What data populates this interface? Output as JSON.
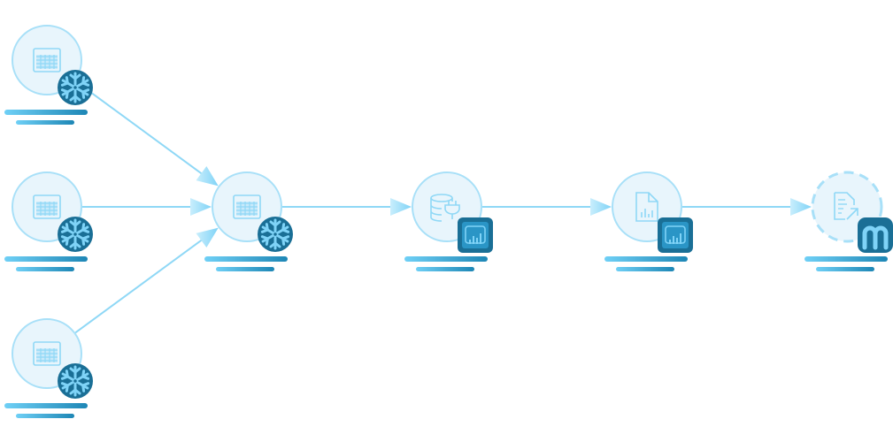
{
  "diagram": {
    "type": "lineage-graph",
    "colors": {
      "node_fill": "#e8f5fc",
      "node_stroke": "#a8e0f8",
      "node_icon": "#8fd8f6",
      "edge": "#8fd8f6",
      "badge_dark": "#1a6f96",
      "badge_accent": "#2a95c6",
      "badge_glyph": "#7fd3f7",
      "bar_start": "#6fd0f6",
      "bar_end": "#1d86b5"
    },
    "nodes": [
      {
        "id": "source-table-1",
        "icon": "table-icon",
        "badge": "snowflake-icon",
        "style": "solid"
      },
      {
        "id": "source-table-2",
        "icon": "table-icon",
        "badge": "snowflake-icon",
        "style": "solid"
      },
      {
        "id": "source-table-3",
        "icon": "table-icon",
        "badge": "snowflake-icon",
        "style": "solid"
      },
      {
        "id": "joined-table",
        "icon": "table-icon",
        "badge": "snowflake-icon",
        "style": "solid"
      },
      {
        "id": "dataset-connection",
        "icon": "database-plug-icon",
        "badge": "powerbi-icon",
        "style": "solid"
      },
      {
        "id": "report",
        "icon": "report-chart-icon",
        "badge": "powerbi-icon",
        "style": "solid"
      },
      {
        "id": "exposure",
        "icon": "document-share-icon",
        "badge": "metabase-icon",
        "style": "dashed"
      }
    ],
    "edges": [
      {
        "from": "source-table-1",
        "to": "joined-table"
      },
      {
        "from": "source-table-2",
        "to": "joined-table"
      },
      {
        "from": "source-table-3",
        "to": "joined-table"
      },
      {
        "from": "joined-table",
        "to": "dataset-connection"
      },
      {
        "from": "dataset-connection",
        "to": "report"
      },
      {
        "from": "report",
        "to": "exposure"
      }
    ]
  }
}
